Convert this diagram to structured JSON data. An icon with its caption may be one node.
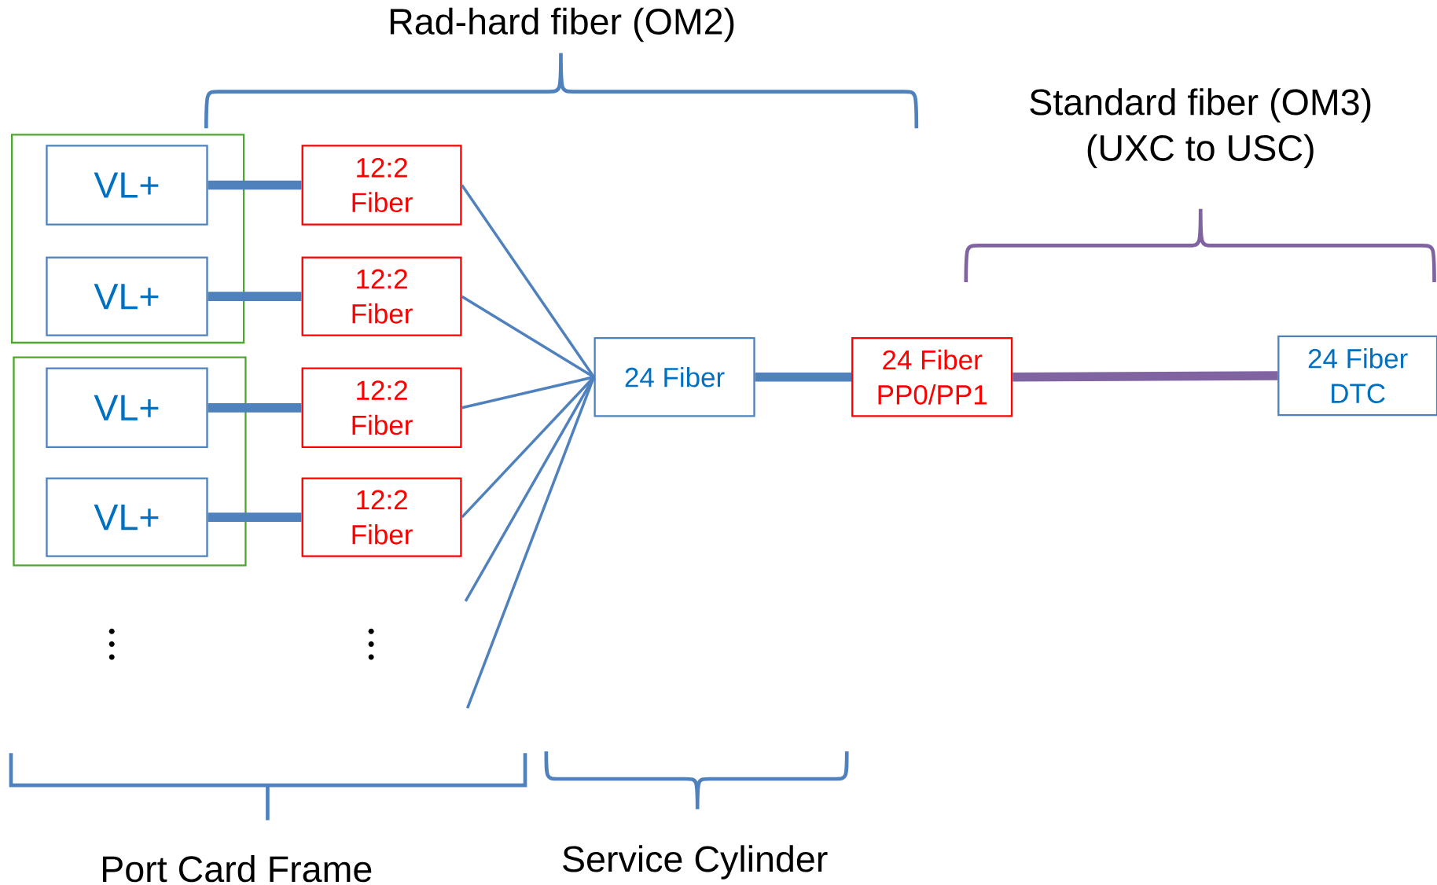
{
  "diagram": {
    "nodes": [
      {
        "text": [],
        "shape": "box"
      },
      {
        "text": [
          "VL+"
        ],
        "in": 0
      },
      {
        "text": [
          "VL+"
        ],
        "in": 0
      },
      {
        "text": [],
        "shape": "box"
      },
      {
        "text": [
          "VL+"
        ],
        "in": 3
      },
      {
        "text": [
          "VL+"
        ],
        "in": 3
      },
      {
        "text": [
          "12:2 Fiber"
        ]
      },
      {
        "text": [
          "12:2 Fiber"
        ]
      },
      {
        "text": [
          "12:2 Fiber"
        ]
      },
      {
        "text": [
          "12:2 Fiber"
        ]
      },
      {
        "text": [
          "24 Fiber"
        ]
      },
      {
        "text": [
          "24 Fiber PP0/PP1"
        ]
      },
      {
        "text": [
          "24 Fiber DTC"
        ]
      }
    ],
    "edges": [
      {
        "from": 1,
        "to": 6,
        "arrow": "none",
        "style": "thick"
      },
      {
        "from": 2,
        "to": 7,
        "arrow": "none",
        "style": "thick"
      },
      {
        "from": 4,
        "to": 8,
        "arrow": "none",
        "style": "thick"
      },
      {
        "from": 5,
        "to": 9,
        "arrow": "none",
        "style": "thick"
      },
      {
        "from": 6,
        "to": 10,
        "arrow": "none"
      },
      {
        "from": 7,
        "to": 10,
        "arrow": "none"
      },
      {
        "from": 8,
        "to": 10,
        "arrow": "none"
      },
      {
        "from": 9,
        "to": 10,
        "arrow": "none"
      },
      {
        "from": null,
        "to": 10,
        "arrow": "none"
      },
      {
        "from": null,
        "to": 10,
        "arrow": "none"
      },
      {
        "from": 10,
        "to": 11,
        "arrow": "none",
        "style": "thick"
      },
      {
        "from": 11,
        "to": 12,
        "arrow": "none",
        "style": "thick",
        "color": "#8064a2"
      }
    ],
    "labels": [
      "Rad-hard fiber (OM2)",
      "Standard fiber (OM3) (UXC to USC)",
      "Port Card Frame",
      "Service Cylinder"
    ]
  }
}
